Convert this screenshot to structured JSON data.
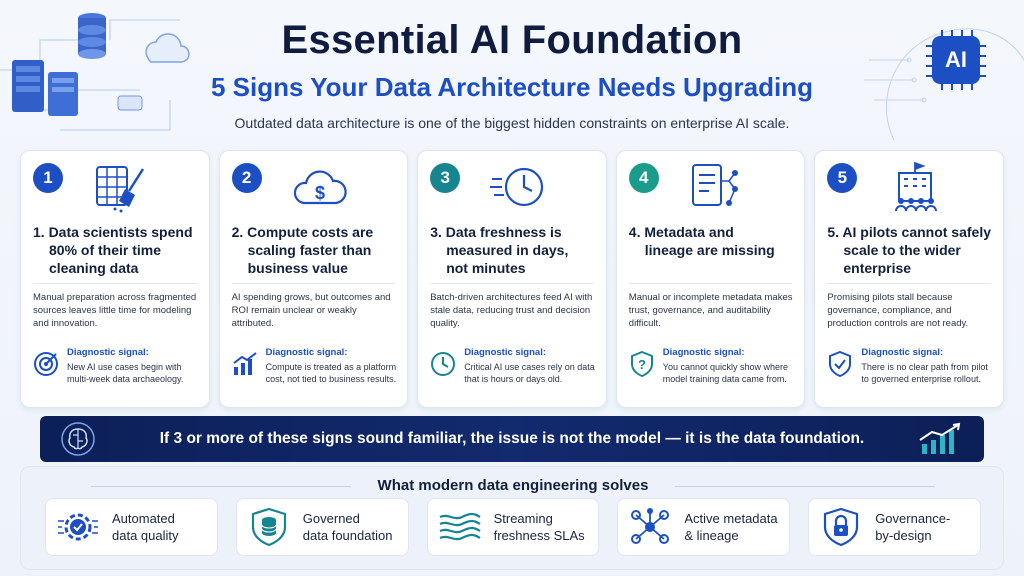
{
  "header": {
    "title": "Essential AI Foundation",
    "subtitle": "5 Signs Your Data Architecture Needs Upgrading",
    "tagline": "Outdated data architecture is one of the biggest hidden constraints on enterprise AI scale.",
    "badge": "AI"
  },
  "cards": [
    {
      "number": "1",
      "color": "#1d4fc4",
      "icon": "spreadsheet-broom-icon",
      "title_l1": "1. Data scientists spend",
      "title_l2": "80% of their time",
      "title_l3": "cleaning data",
      "description": "Manual preparation across fragmented sources leaves little time for modeling and innovation.",
      "diag_label": "Diagnostic signal:",
      "diag_text": "New AI use cases begin with multi-week data archaeology."
    },
    {
      "number": "2",
      "color": "#1d4fc4",
      "icon": "cloud-dollar-icon",
      "title_l1": "2. Compute costs are",
      "title_l2": "scaling faster than",
      "title_l3": "business value",
      "description": "AI spending grows, but outcomes and ROI remain unclear or weakly attributed.",
      "diag_label": "Diagnostic signal:",
      "diag_text": "Compute is treated as a platform cost, not tied to business results."
    },
    {
      "number": "3",
      "color": "#17858f",
      "icon": "fast-clock-icon",
      "title_l1": "3. Data freshness is",
      "title_l2": "measured in days,",
      "title_l3": "not minutes",
      "description": "Batch-driven architectures feed AI with stale data, reducing trust and decision quality.",
      "diag_label": "Diagnostic signal:",
      "diag_text": "Critical AI use cases rely on data that is hours or days old."
    },
    {
      "number": "4",
      "color": "#1b9c8a",
      "icon": "document-lineage-icon",
      "title_l1": "4. Metadata and",
      "title_l2": "lineage are missing",
      "title_l3": "",
      "description": "Manual or incomplete metadata makes trust, governance, and auditability difficult.",
      "diag_label": "Diagnostic signal:",
      "diag_text": "You cannot quickly show where model training data came from."
    },
    {
      "number": "5",
      "color": "#1d4fc4",
      "icon": "enterprise-building-icon",
      "title_l1": "5. AI pilots cannot safely",
      "title_l2": "scale to the wider",
      "title_l3": "enterprise",
      "description": "Promising pilots stall because governance, compliance, and production controls are not ready.",
      "diag_label": "Diagnostic signal:",
      "diag_text": "There is no clear path from pilot to governed enterprise rollout."
    }
  ],
  "banner": {
    "text": "If 3 or more of these signs sound familiar, the issue is not the model — it is the data foundation."
  },
  "solutions": {
    "heading": "What modern data engineering solves",
    "items": [
      {
        "l1": "Automated",
        "l2": "data quality",
        "icon": "gear-check-icon"
      },
      {
        "l1": "Governed",
        "l2": "data foundation",
        "icon": "database-shield-icon"
      },
      {
        "l1": "Streaming",
        "l2": "freshness SLAs",
        "icon": "streaming-waves-icon"
      },
      {
        "l1": "Active metadata",
        "l2": "& lineage",
        "icon": "network-nodes-icon"
      },
      {
        "l1": "Governance-",
        "l2": "by-design",
        "icon": "shield-lock-icon"
      }
    ]
  },
  "colors": {
    "navy": "#0f1c3f",
    "accent_blue": "#1d4fc4",
    "teal": "#17858f",
    "banner_bg": "#0c1f57"
  }
}
